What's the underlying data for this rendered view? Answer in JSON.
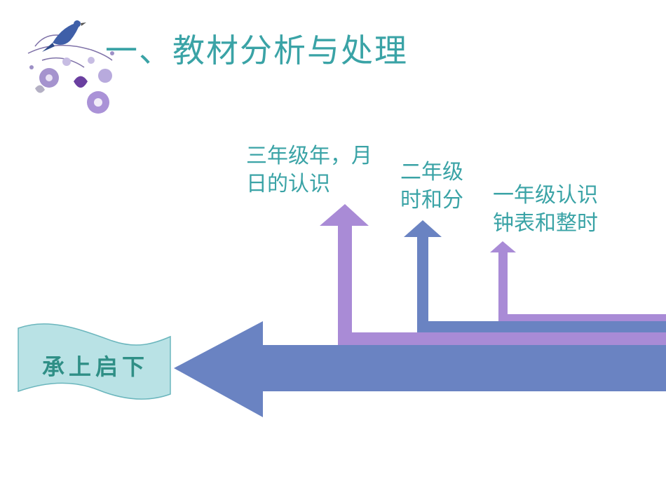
{
  "slide": {
    "title": "一、教材分析与处理"
  },
  "banner": {
    "text": "承上启下"
  },
  "arrows": [
    {
      "line1": "三年级年，月",
      "line2": "日的认识"
    },
    {
      "line1": "二年级",
      "line2": "时和分"
    },
    {
      "line1": "一年级认识",
      "line2": "钟表和整时"
    }
  ],
  "colors": {
    "title_text": "#3aa3a6",
    "main_arrow": "#6a83c2",
    "purple_arrow": "#a98bd6",
    "blue_arrow": "#6a83c2",
    "banner_fill": "#b9e2e5"
  }
}
